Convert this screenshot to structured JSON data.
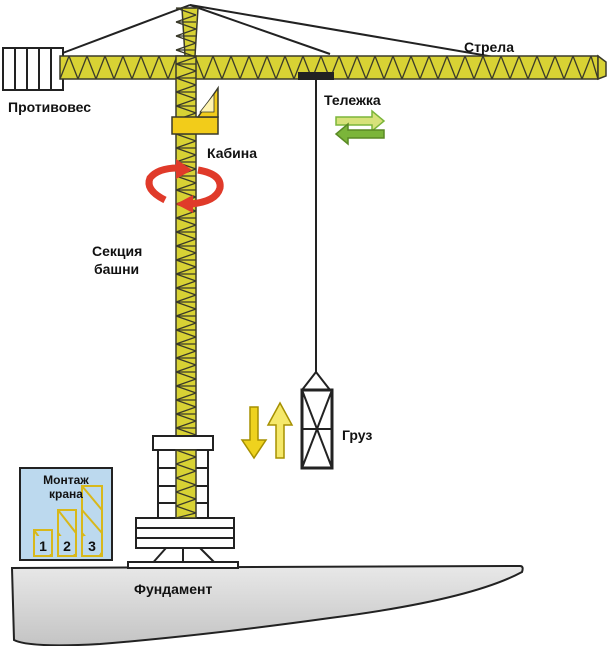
{
  "labels": {
    "jib": "Стрела",
    "counterweight": "Противовес",
    "trolley": "Тележка",
    "cabin": "Кабина",
    "tower_line1": "Секция",
    "tower_line2": "башни",
    "load": "Груз",
    "foundation": "Фундамент",
    "inset_line1": "Монтаж",
    "inset_line2": "крана"
  },
  "inset_steps": [
    "1",
    "2",
    "3"
  ],
  "colors": {
    "truss": "#d8d234",
    "truss_stroke": "#3a3a2a",
    "cabin": "#f2cc1a",
    "rotate_arrow": "#e03a2a",
    "trolley_arrow": "#7bb53a",
    "load_arrow": "#eed21e",
    "inset_bg": "#bcd9ee",
    "ground": "#dcdcdc"
  },
  "icons": {
    "rotation": "rotate-arrow-icon",
    "trolley_motion": "horizontal-arrows-icon",
    "load_motion": "vertical-arrows-icon"
  }
}
